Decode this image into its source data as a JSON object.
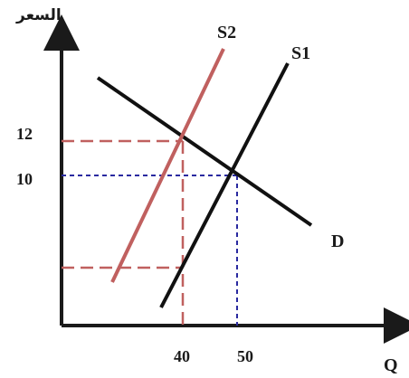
{
  "axes": {
    "y_label": "السعر",
    "x_label": "Q"
  },
  "price_ticks": [
    "12",
    "10"
  ],
  "quantity_ticks": [
    "40",
    "50"
  ],
  "curves": {
    "supply_1": "S1",
    "supply_2": "S2",
    "demand": "D"
  },
  "colors": {
    "axis": "#1a1a1a",
    "supply_1": "#111111",
    "supply_2": "#c0605f",
    "demand": "#111111",
    "new_equilibrium_guides": "#c0605f",
    "old_equilibrium_guides": "#2a2aa0"
  }
}
